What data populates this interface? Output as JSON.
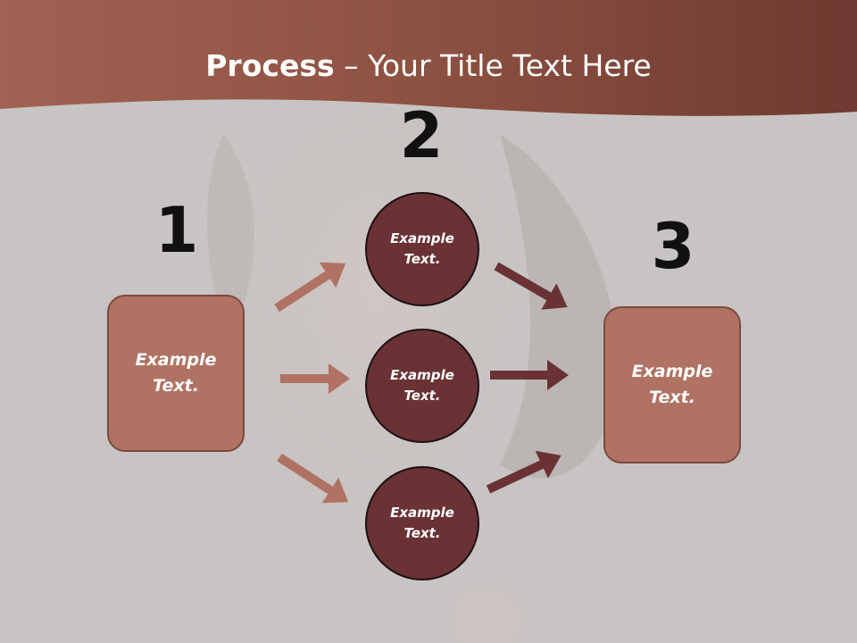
{
  "title": {
    "bold": "Process",
    "rest": " – Your Title Text Here"
  },
  "steps": {
    "one": {
      "number": "1",
      "label": "Example Text."
    },
    "two": {
      "number": "2"
    },
    "three": {
      "number": "3",
      "label": "Example Text."
    }
  },
  "middle": [
    {
      "label": "Example Text."
    },
    {
      "label": "Example Text."
    },
    {
      "label": "Example Text."
    }
  ],
  "colors": {
    "banner": "#9a5a4b",
    "box_fill": "#b07262",
    "circle_fill": "#6a3234",
    "left_arrow": "#b07262",
    "right_arrow": "#6a3234",
    "background": "#c8c4c3"
  }
}
